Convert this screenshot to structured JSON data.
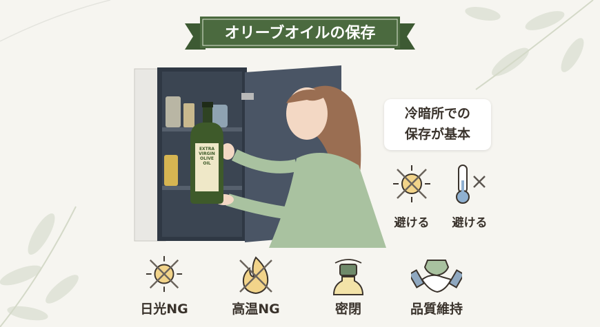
{
  "title": "オリーブオイルの保存",
  "bubble": {
    "line1": "冷暗所での",
    "line2": "保存が基本"
  },
  "avoid": [
    {
      "icon": "sun-crossed-icon",
      "label": "避ける"
    },
    {
      "icon": "thermometer-crossed-icon",
      "label": "避ける"
    }
  ],
  "bottom": [
    {
      "icon": "sun-crossed-icon",
      "label": "日光NG"
    },
    {
      "icon": "flame-crossed-icon",
      "label": "高温NG"
    },
    {
      "icon": "sealed-bottle-icon",
      "label": "密閉"
    },
    {
      "icon": "handshake-shield-icon",
      "label": "品質維持"
    }
  ],
  "bottle_label": [
    "EXTRA",
    "VIRGIN",
    "OLIVE",
    "OIL"
  ],
  "colors": {
    "banner": "#4b6a3f",
    "cabinet": "#4a5565",
    "shirt": "#a9c2a0",
    "hair": "#9a6e52",
    "yellow": "#f2d48a"
  }
}
